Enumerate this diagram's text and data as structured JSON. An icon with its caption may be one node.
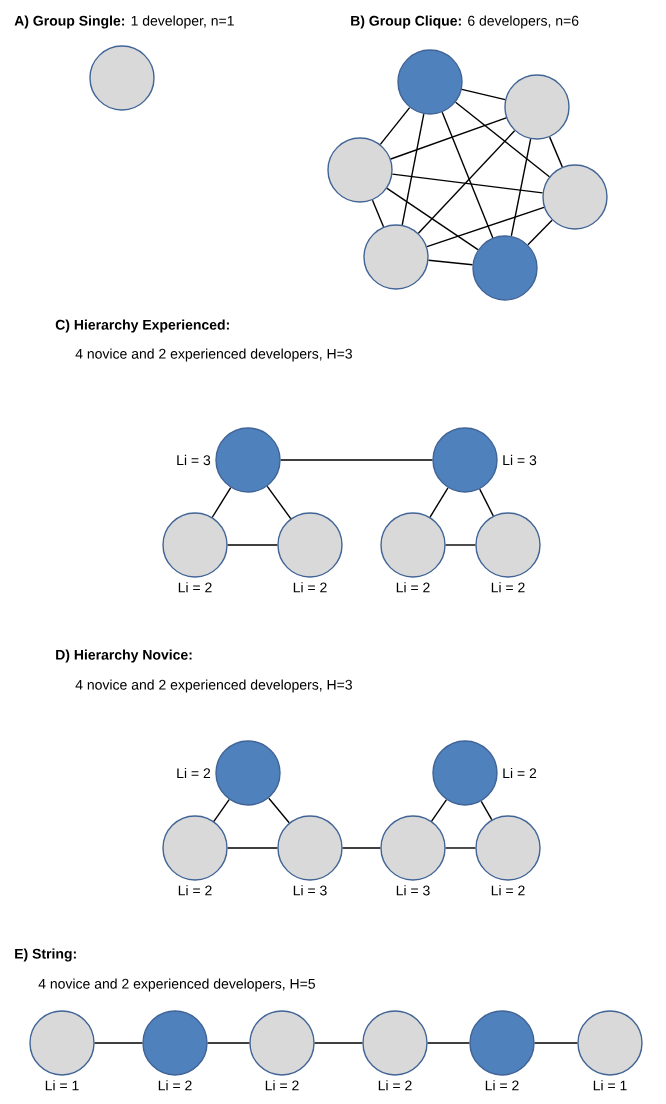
{
  "diagram": {
    "nodes": [
      {
        "text": [],
        "shape": "circle"
      },
      {
        "text": [],
        "shape": "circle"
      },
      {
        "text": [],
        "shape": "circle"
      },
      {
        "text": [],
        "shape": "circle"
      },
      {
        "text": [],
        "shape": "circle"
      },
      {
        "text": [],
        "shape": "circle"
      },
      {
        "text": [],
        "shape": "circle"
      },
      {
        "text": [],
        "shape": "circle",
        "beside": [
          "Li = 3"
        ]
      },
      {
        "text": [],
        "shape": "circle",
        "beside": [
          "Li = 3"
        ]
      },
      {
        "text": [],
        "shape": "circle",
        "beside": [
          "Li = 2"
        ]
      },
      {
        "text": [],
        "shape": "circle",
        "beside": [
          "Li = 2"
        ]
      },
      {
        "text": [],
        "shape": "circle",
        "beside": [
          "Li = 2"
        ]
      },
      {
        "text": [],
        "shape": "circle",
        "beside": [
          "Li = 2"
        ]
      },
      {
        "text": [],
        "shape": "circle",
        "beside": [
          "Li = 2"
        ]
      },
      {
        "text": [],
        "shape": "circle",
        "beside": [
          "Li = 2"
        ]
      },
      {
        "text": [],
        "shape": "circle",
        "beside": [
          "Li = 2"
        ]
      },
      {
        "text": [],
        "shape": "circle",
        "beside": [
          "Li = 3"
        ]
      },
      {
        "text": [],
        "shape": "circle",
        "beside": [
          "Li = 3"
        ]
      },
      {
        "text": [],
        "shape": "circle",
        "beside": [
          "Li = 2"
        ]
      },
      {
        "text": [],
        "shape": "circle",
        "beside": [
          "Li = 1"
        ]
      },
      {
        "text": [],
        "shape": "circle",
        "beside": [
          "Li = 2"
        ]
      },
      {
        "text": [],
        "shape": "circle",
        "beside": [
          "Li = 2"
        ]
      },
      {
        "text": [],
        "shape": "circle",
        "beside": [
          "Li = 2"
        ]
      },
      {
        "text": [],
        "shape": "circle",
        "beside": [
          "Li = 2"
        ]
      },
      {
        "text": [],
        "shape": "circle",
        "beside": [
          "Li = 1"
        ]
      }
    ],
    "edges": [
      {
        "from": 1,
        "to": 2,
        "arrow": "none"
      },
      {
        "from": 1,
        "to": 3,
        "arrow": "none"
      },
      {
        "from": 1,
        "to": 4,
        "arrow": "none"
      },
      {
        "from": 1,
        "to": 5,
        "arrow": "none"
      },
      {
        "from": 1,
        "to": 6,
        "arrow": "none"
      },
      {
        "from": 2,
        "to": 3,
        "arrow": "none"
      },
      {
        "from": 2,
        "to": 4,
        "arrow": "none"
      },
      {
        "from": 2,
        "to": 5,
        "arrow": "none"
      },
      {
        "from": 2,
        "to": 6,
        "arrow": "none"
      },
      {
        "from": 3,
        "to": 4,
        "arrow": "none"
      },
      {
        "from": 3,
        "to": 5,
        "arrow": "none"
      },
      {
        "from": 3,
        "to": 6,
        "arrow": "none"
      },
      {
        "from": 4,
        "to": 5,
        "arrow": "none"
      },
      {
        "from": 4,
        "to": 6,
        "arrow": "none"
      },
      {
        "from": 5,
        "to": 6,
        "arrow": "none"
      },
      {
        "from": 7,
        "to": 8,
        "arrow": "none"
      },
      {
        "from": 7,
        "to": 9,
        "arrow": "none"
      },
      {
        "from": 7,
        "to": 10,
        "arrow": "none"
      },
      {
        "from": 9,
        "to": 10,
        "arrow": "none"
      },
      {
        "from": 8,
        "to": 11,
        "arrow": "none"
      },
      {
        "from": 8,
        "to": 12,
        "arrow": "none"
      },
      {
        "from": 11,
        "to": 12,
        "arrow": "none"
      },
      {
        "from": 13,
        "to": 15,
        "arrow": "none"
      },
      {
        "from": 13,
        "to": 16,
        "arrow": "none"
      },
      {
        "from": 14,
        "to": 17,
        "arrow": "none"
      },
      {
        "from": 14,
        "to": 18,
        "arrow": "none"
      },
      {
        "from": 15,
        "to": 16,
        "arrow": "none"
      },
      {
        "from": 16,
        "to": 17,
        "arrow": "none"
      },
      {
        "from": 17,
        "to": 18,
        "arrow": "none"
      },
      {
        "from": 19,
        "to": 20,
        "arrow": "none"
      },
      {
        "from": 20,
        "to": 21,
        "arrow": "none"
      },
      {
        "from": 21,
        "to": 22,
        "arrow": "none"
      },
      {
        "from": 22,
        "to": 23,
        "arrow": "none"
      },
      {
        "from": 23,
        "to": 24,
        "arrow": "none"
      }
    ],
    "labels": [
      "**A) Group Single:** 1 developer, n=1",
      "**B) Group Clique:** 6 developers, n=6",
      "C) Hierarchy Experienced:",
      "4 novice and 2 experienced developers, H=3",
      "D) Hierarchy Novice:",
      "4 novice and 2 experienced developers, H=3",
      "E) String:",
      "4 novice and 2 experienced developers, H=5"
    ]
  }
}
